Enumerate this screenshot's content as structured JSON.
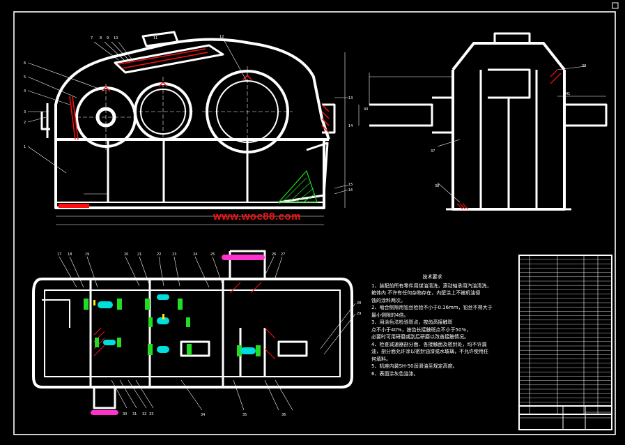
{
  "watermark": "www.woc88.com",
  "notes": {
    "title": "技术要求",
    "lines": [
      "1、装配前所有零件用煤油清洗，滚动轴承用汽油清洗，",
      "  箱体内    不许有任何杂物存在，内壁涂上不被机油侵",
      "  蚀的涂料两次。",
      "2、啮合侧隙用铅丝检验不小于0.16mm，铅丝不得大于",
      "  最小侧隙的4倍。",
      "3、用涂色法检验斑点，按齿高接触斑",
      "  点不小于40%，按齿长接触斑点不小于50%，",
      "  必要时可用研磨或刮后研磨以改善接触情况。",
      "4、检查减速器剖分面、各接触面及密封处，均不许漏",
      "  油，剖分面允许涂以密封油漆或水玻璃，不允许使用任",
      "  何填料。",
      "5、机座内装SH-50润滑油至规定高度。",
      "6、表面涂灰色油漆。"
    ]
  },
  "callouts_front": [
    "1",
    "2",
    "3",
    "4",
    "5",
    "6",
    "7",
    "8",
    "9",
    "10",
    "11",
    "12",
    "13",
    "14",
    "15",
    "16"
  ],
  "callouts_plan": [
    "17",
    "18",
    "19",
    "20",
    "21",
    "22",
    "23",
    "24",
    "25",
    "26",
    "27",
    "28",
    "29",
    "30",
    "31",
    "32",
    "33",
    "34",
    "35",
    "36"
  ],
  "callouts_side": [
    "37",
    "38",
    "39",
    "40",
    "41"
  ],
  "colors": {
    "background": "#000000",
    "lines": "#ffffff",
    "accent_red": "#ff1010",
    "accent_green": "#22dd22",
    "accent_cyan": "#00dddd",
    "accent_magenta": "#ff33cc",
    "accent_yellow": "#ffee00"
  }
}
